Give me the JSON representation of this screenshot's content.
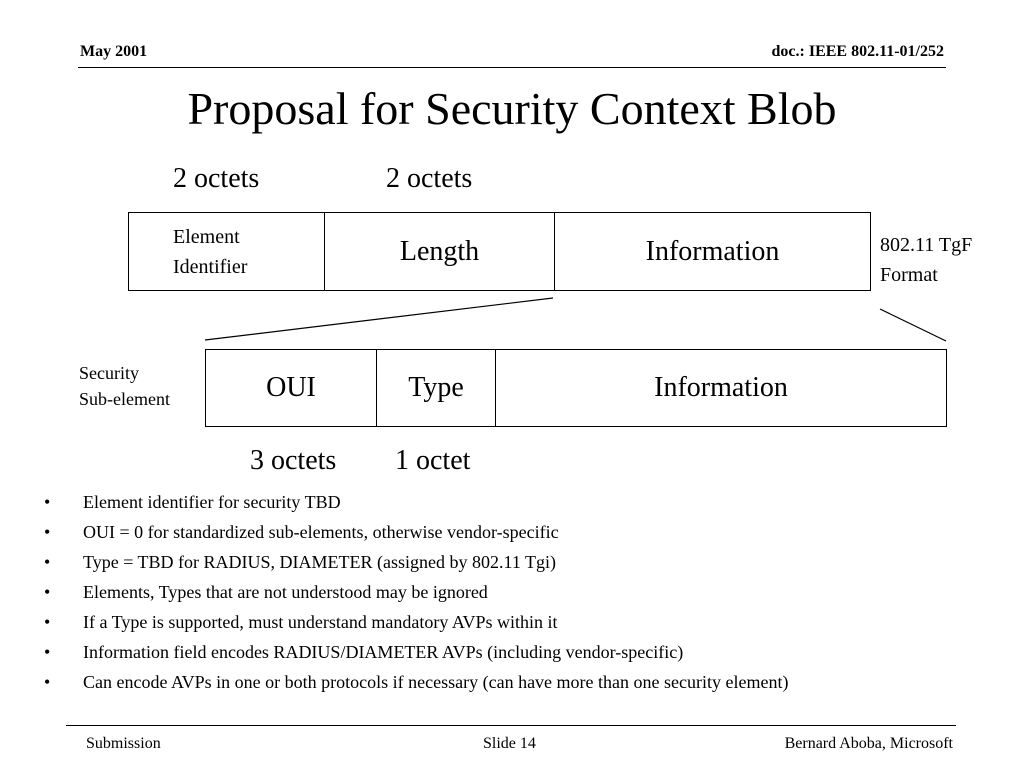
{
  "header": {
    "date": "May 2001",
    "doc_id": "doc.: IEEE 802.11-01/252"
  },
  "title": "Proposal for Security Context Blob",
  "tgf_frame": {
    "octets_1": "2 octets",
    "octets_2": "2 octets",
    "fields": {
      "element_id_line1": "Element",
      "element_id_line2": "Identifier",
      "length": "Length",
      "information": "Information"
    },
    "label_line1": "802.11 TgF",
    "label_line2": "Format"
  },
  "sub_element": {
    "label_line1": "Security",
    "label_line2": "Sub-element",
    "fields": {
      "oui": "OUI",
      "type": "Type",
      "information": "Information"
    },
    "octets_oui": "3 octets",
    "octets_type": "1 octet"
  },
  "bullets": [
    "Element identifier for security TBD",
    "OUI = 0 for standardized sub-elements, otherwise vendor-specific",
    "Type = TBD for RADIUS, DIAMETER (assigned by 802.11 Tgi)",
    "Elements, Types that are not understood may be ignored",
    "If a Type is supported, must understand mandatory AVPs within it",
    "Information field encodes RADIUS/DIAMETER AVPs (including vendor-specific)",
    "Can encode AVPs in one or both protocols if necessary (can have more than one security element)"
  ],
  "bullet_glyph": "•",
  "footer": {
    "left": "Submission",
    "center": "Slide 14",
    "right": "Bernard Aboba, Microsoft"
  }
}
